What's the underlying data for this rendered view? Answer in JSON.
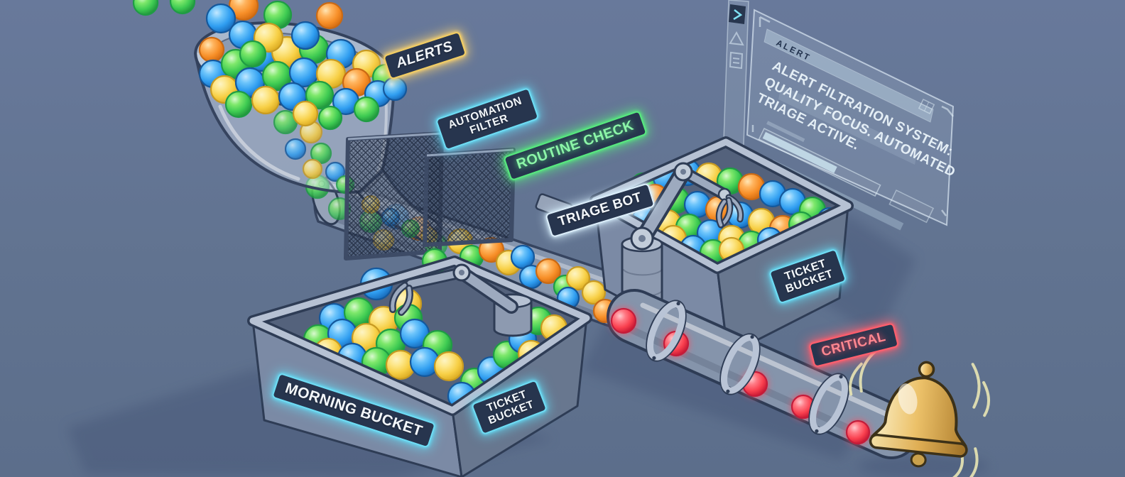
{
  "scene": {
    "title": "Alert filtration system illustration",
    "palette": {
      "background": "#617390",
      "plate": "#27354e",
      "glow_gold": "#f2cd62",
      "glow_cyan": "#6fdcf4",
      "glow_green": "#58e87f",
      "glow_pale": "#dceefa",
      "glow_red": "#ff5f6d",
      "ball_blue": "#36a6f2",
      "ball_green": "#46d35f",
      "ball_yellow": "#f8d44b",
      "ball_orange": "#f79733",
      "ball_red": "#f8465a",
      "metal": "#9dabc0",
      "bell_gold": "#e8c06a"
    },
    "labels": {
      "alerts": "ALERTS",
      "automation_filter": [
        "AUTOMATION",
        "FILTER"
      ],
      "routine_check": "ROUTINE CHECK",
      "triage_bot": "TRIAGE BOT",
      "ticket_bucket_right": [
        "TICKET",
        "BUCKET"
      ],
      "morning_bucket": "MORNING BUCKET",
      "ticket_bucket_left": [
        "TICKET",
        "BUCKET"
      ],
      "critical": "CRITICAL"
    },
    "screen": {
      "header": "ALERT",
      "body_lines": [
        "ALERT FILTRATION SYSTEM:",
        "QUALITY FOCUS. AUTOMATED",
        "TRIAGE ACTIVE."
      ],
      "progress_percent": 62,
      "sidebar_icons": [
        "chevron-right-icon",
        "warning-triangle-icon",
        "document-icon"
      ]
    }
  }
}
